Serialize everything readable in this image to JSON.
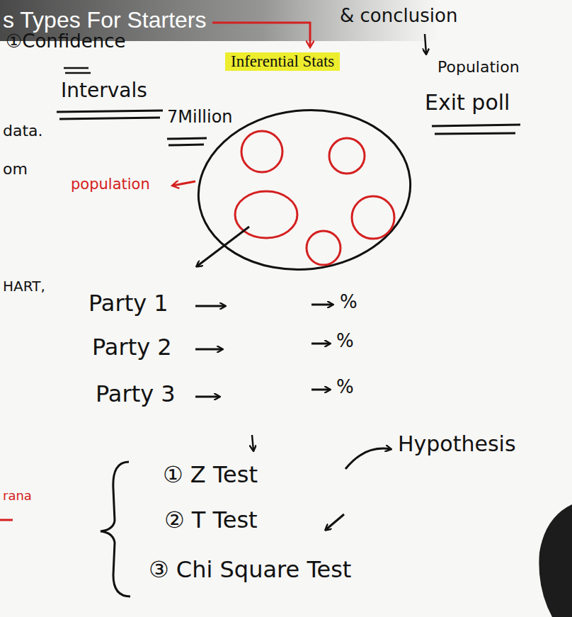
{
  "diagram": {
    "title": "s Types For Starters",
    "labels": [
      "& conclusion",
      "Inferential Stats",
      "①Confidence",
      "Intervals",
      "Population",
      "Exit poll",
      "7Million",
      "data.",
      "om",
      "population",
      "HART,",
      "Party 1",
      "%",
      "Party 2",
      "%",
      "Party 3",
      "%",
      "Hypothesis",
      "① Z Test",
      "② T Test",
      "③ Chi Square Test",
      "rana"
    ]
  }
}
